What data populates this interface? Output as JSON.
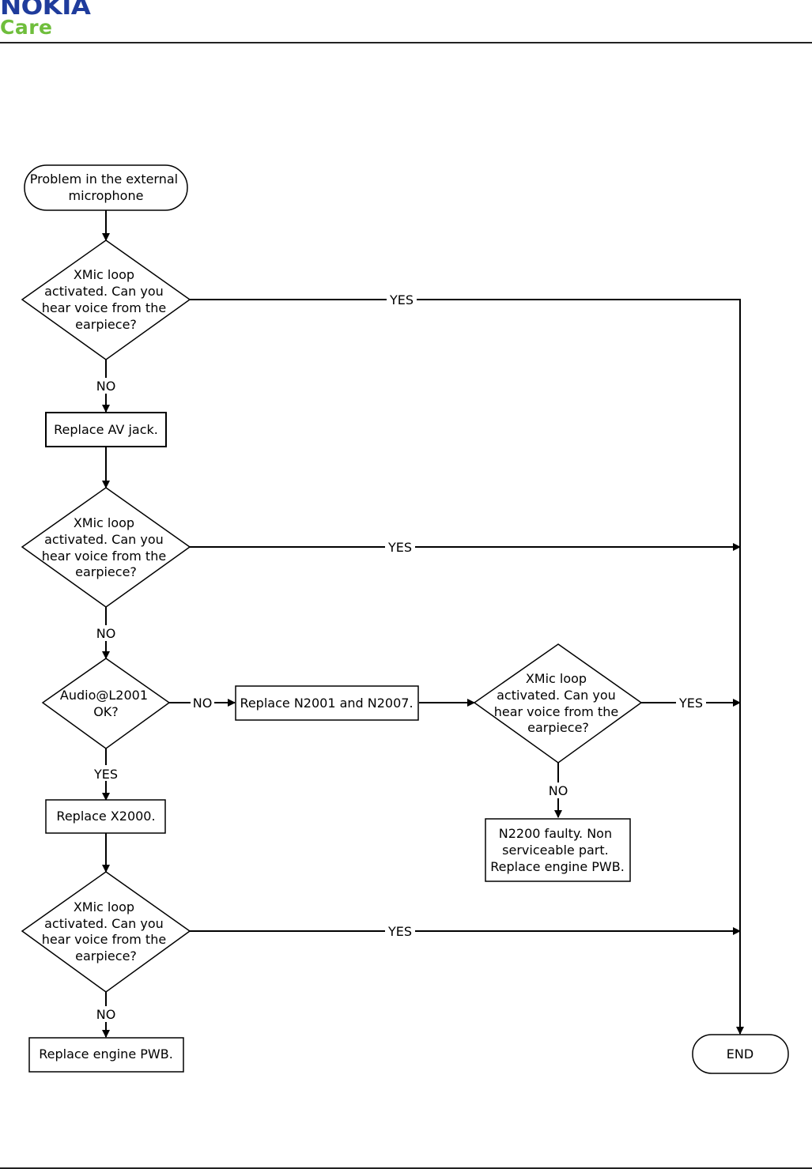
{
  "brand": {
    "name": "NOKIA",
    "sub": "Care"
  },
  "nodes": {
    "start": [
      "Problem in the external",
      "microphone"
    ],
    "q1": [
      "XMic loop",
      "activated. Can you",
      "hear voice from the",
      "earpiece?"
    ],
    "av": [
      "Replace AV jack."
    ],
    "q2": [
      "XMic loop",
      "activated. Can you",
      "hear voice from the",
      "earpiece?"
    ],
    "audio": [
      "Audio@L2001",
      "OK?"
    ],
    "rn": [
      "Replace N2001 and N2007."
    ],
    "q4": [
      "XMic loop",
      "activated. Can you",
      "hear voice from the",
      "earpiece?"
    ],
    "n2200": [
      "N2200 faulty. Non",
      "serviceable part.",
      "Replace engine PWB."
    ],
    "x2000": [
      "Replace X2000."
    ],
    "q3": [
      "XMic loop",
      "activated. Can you",
      "hear voice from the",
      "earpiece?"
    ],
    "pwb": [
      "Replace engine PWB."
    ],
    "end": [
      "END"
    ]
  },
  "edges": {
    "q1_yes": "YES",
    "q1_no": "NO",
    "q2_yes": "YES",
    "q2_no": "NO",
    "audio_no": "NO",
    "audio_yes": "YES",
    "q4_yes": "YES",
    "q4_no": "NO",
    "q3_yes": "YES",
    "q3_no": "NO"
  }
}
